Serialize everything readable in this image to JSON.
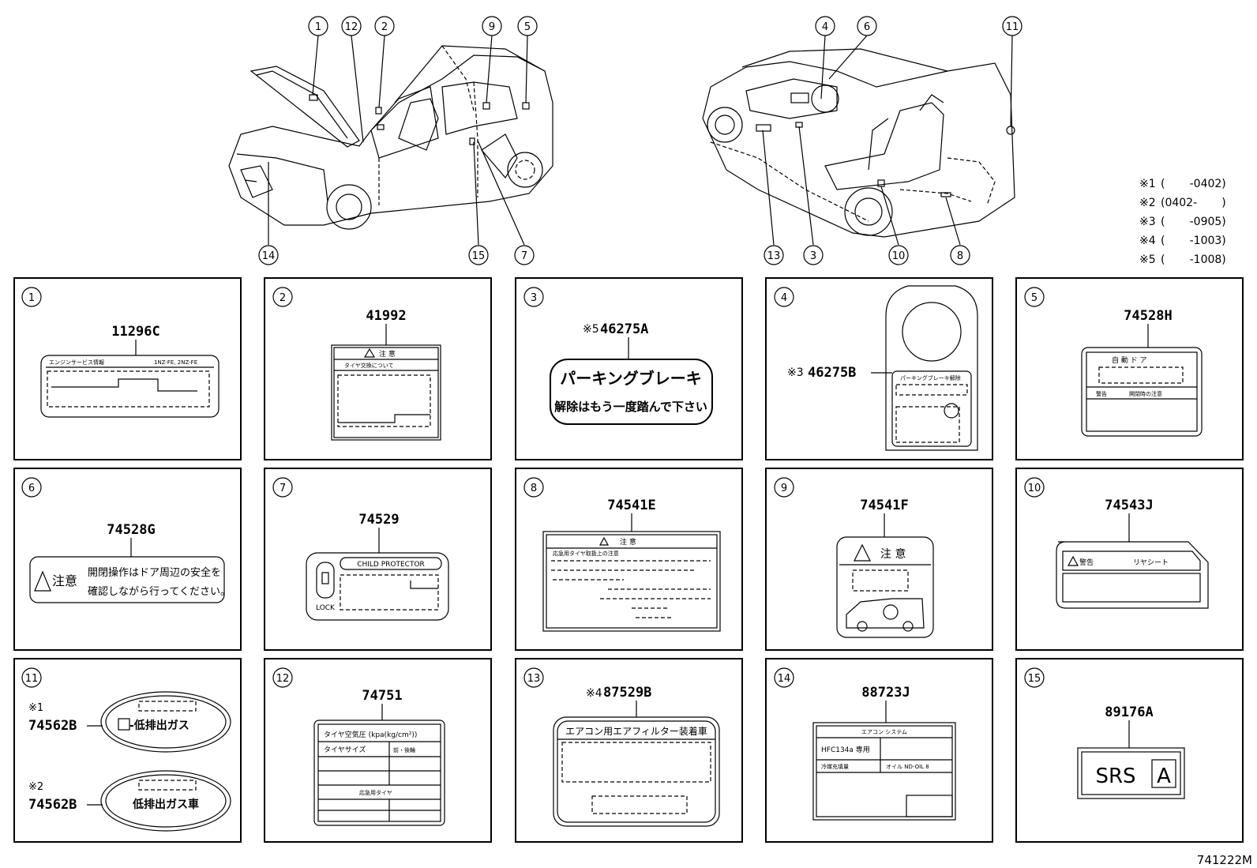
{
  "callouts_left": [
    "1",
    "12",
    "2",
    "9",
    "5",
    "14",
    "15",
    "7"
  ],
  "callouts_right": [
    "4",
    "6",
    "11",
    "13",
    "3",
    "10",
    "8"
  ],
  "legend": [
    {
      "mark": "※1",
      "range": "(       -0402)"
    },
    {
      "mark": "※2",
      "range": "(0402-       )"
    },
    {
      "mark": "※3",
      "range": "(       -0905)"
    },
    {
      "mark": "※4",
      "range": "(       -1003)"
    },
    {
      "mark": "※5",
      "range": "(       -1008)"
    }
  ],
  "panels": {
    "p1": {
      "idx": "1",
      "part": "11296C",
      "t1": "エンジンサービス情報",
      "t2": "1NZ-FE, 2NZ-FE"
    },
    "p2": {
      "idx": "2",
      "part": "41992",
      "t1": "注 意",
      "t2": "タイヤ交換について"
    },
    "p3": {
      "idx": "3",
      "mark": "※5",
      "part": "46275A",
      "t1": "パーキングブレーキ",
      "t2": "解除はもう一度踏んで下さい"
    },
    "p4": {
      "idx": "4",
      "mark": "※3",
      "part": "46275B",
      "t1": "パーキングブレーキ解除"
    },
    "p5": {
      "idx": "5",
      "part": "74528H",
      "t1": "自 動 ド ア",
      "t2": "警告",
      "t3": "開閉時の注意"
    },
    "p6": {
      "idx": "6",
      "part": "74528G",
      "t1": "注意",
      "t2": "開閉操作はドア周辺の安全を",
      "t3": "確認しながら行ってください。"
    },
    "p7": {
      "idx": "7",
      "part": "74529",
      "t1": "CHILD PROTECTOR",
      "t2": "LOCK"
    },
    "p8": {
      "idx": "8",
      "part": "74541E",
      "t1": "注 意",
      "t2": "応急用タイヤ取扱上の注意"
    },
    "p9": {
      "idx": "9",
      "part": "74541F",
      "t1": "注 意"
    },
    "p10": {
      "idx": "10",
      "part": "74543J",
      "t1": "警告",
      "t2": "リヤシート"
    },
    "p11": {
      "idx": "11",
      "mark1": "※1",
      "part1": "74562B",
      "t1": "-低排出ガス",
      "mark2": "※2",
      "part2": "74562B",
      "t2": "低排出ガス車"
    },
    "p12": {
      "idx": "12",
      "part": "74751",
      "t1": "タイヤ空気圧 (kpa(kg/cm²))",
      "t2": "タイヤサイズ",
      "t3": "前・後輪",
      "t4": "応急用タイヤ"
    },
    "p13": {
      "idx": "13",
      "mark": "※4",
      "part": "87529B",
      "t1": "エアコン用エアフィルター装着車"
    },
    "p14": {
      "idx": "14",
      "part": "88723J",
      "t1": "エアコン システム",
      "t2": "HFC134a 専用",
      "t3": "冷媒充填量",
      "t4": "オイル ND-OIL 8"
    },
    "p15": {
      "idx": "15",
      "part": "89176A",
      "t1": "SRS",
      "t2": "A"
    }
  },
  "drawing_code": "741222M"
}
